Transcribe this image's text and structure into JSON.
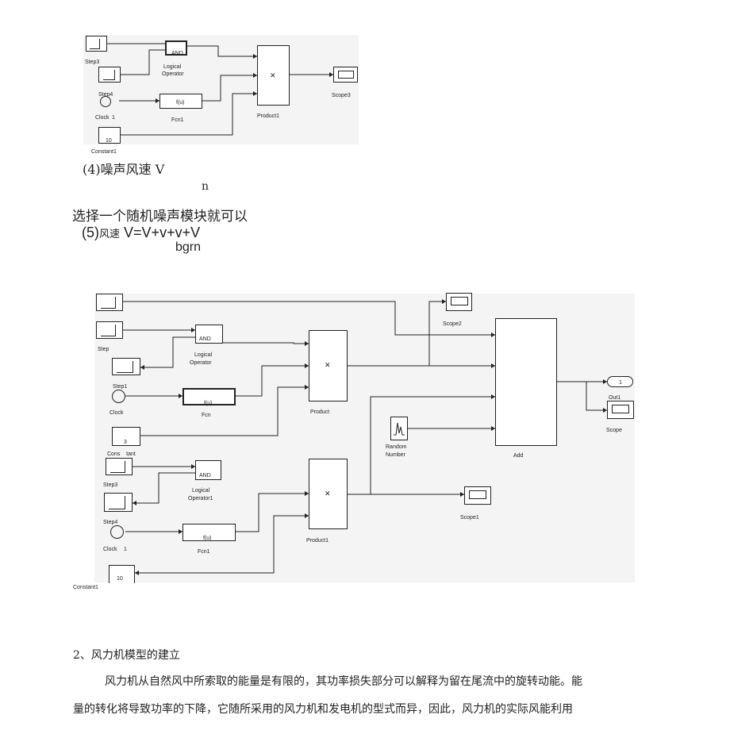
{
  "diagram1": {
    "blocks": {
      "step3": "Step3",
      "logical": "Logical",
      "operator": "Operator",
      "and": "AND",
      "step4": "Step4",
      "clock": "Clock",
      "one": "1",
      "fcn_inner": "f(u)",
      "fcn1": "Fcn1",
      "product1": "Product1",
      "scope3": "Scope3",
      "constant_value": "10",
      "constant1": "Constant1"
    }
  },
  "text": {
    "noise_heading": "(4)噪声风速 V",
    "noise_sub": "n",
    "noise_desc": "选择一个随机噪声模块就可以",
    "wind_heading_num": "(5)",
    "wind_heading_cn": "风速",
    "wind_formula": "V=V+v+v+V",
    "wind_sub": "bgrn"
  },
  "diagram2": {
    "blocks": {
      "step": "Step",
      "and": "AND",
      "logical": "Logical",
      "operator": "Operator",
      "step1": "Step1",
      "clock": "Clock",
      "fcn_inner": "f(u)",
      "fcn": "Fcn",
      "product": "Product",
      "scope2": "Scope2",
      "add": "Add",
      "random": "Random",
      "number": "Number",
      "out1": "Out1",
      "scope": "Scope",
      "const_value": "3",
      "constant": "Cons    tant",
      "step3": "Step3",
      "and2": "AND",
      "logical2": "Logical",
      "operator1": "Operator1",
      "product1": "Product1",
      "scope1": "Scope1",
      "step4": "Step4",
      "clock2": "Clock",
      "one": "1",
      "fcn_inner2": "f(u)",
      "fcn1": "Fcn1",
      "const10": "10",
      "constant1": "Constant1",
      "out_one": "1"
    }
  },
  "section": {
    "heading": "2、风力机模型的建立",
    "para1": "风力机从自然风中所索取的能量是有限的，其功率损失部分可以解释为留在尾流中的旋转动能。能",
    "para2": "量的转化将导致功率的下降，它随所采用的风力机和发电机的型式而异，因此，风力机的实际风能利用"
  }
}
